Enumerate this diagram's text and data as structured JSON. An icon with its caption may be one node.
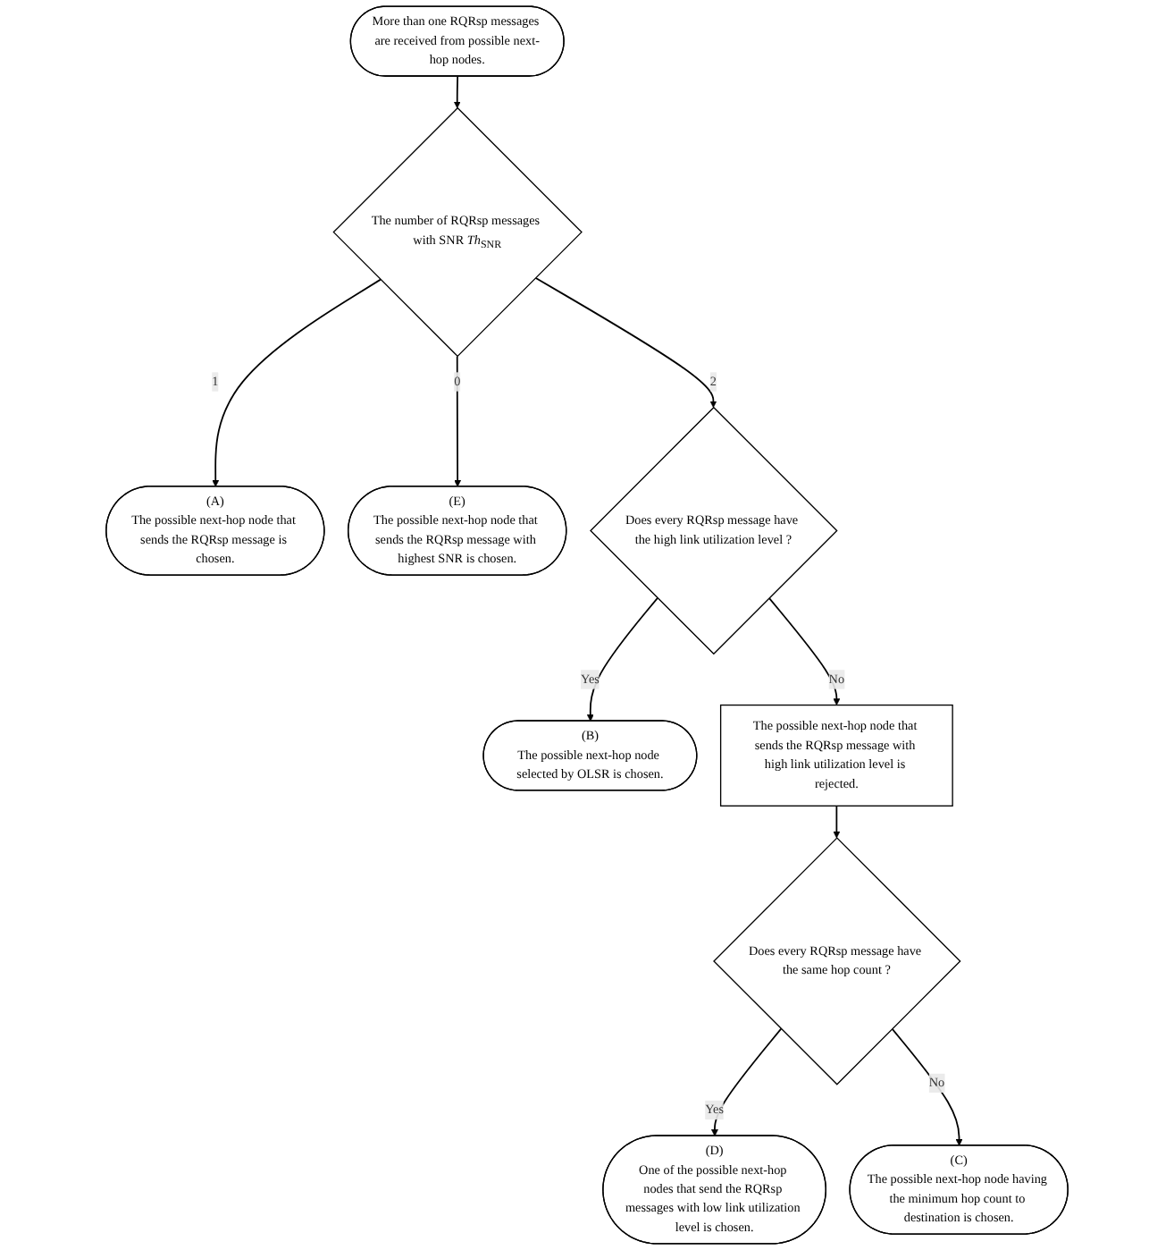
{
  "diagram": {
    "nodes": [
      {
        "text": [
          "More than one RQRsp messages are received from possible next-hop nodes."
        ]
      },
      {
        "text": [
          "The number of RQRsp messages with SNR *Th*$_{SNR}$"
        ]
      },
      {
        "text": [
          "(A)",
          "The possible next-hop node that sends the RQRsp message is chosen."
        ]
      },
      {
        "text": [
          "(E)",
          "The possible next-hop node that sends the RQRsp message with highest SNR is chosen."
        ]
      },
      {
        "text": [
          "Does every RQRsp message have the high link utilization level ?"
        ]
      },
      {
        "text": [
          "(B)",
          "The possible next-hop node selected by OLSR is chosen."
        ]
      },
      {
        "text": [
          "The possible next-hop node that sends the RQRsp message with high link utilization level is rejected."
        ]
      },
      {
        "text": [
          "Does every RQRsp message have the same hop count ?"
        ]
      },
      {
        "text": [
          "(D)",
          "One of the possible next-hop nodes that send the RQRsp messages with low link utilization level is chosen."
        ]
      },
      {
        "text": [
          "(C)",
          "The possible next-hop node having the minimum hop count to destination is chosen."
        ]
      }
    ],
    "edges": [
      {
        "from": 0,
        "to": 1,
        "arrow": "to"
      },
      {
        "from": 1,
        "to": 2,
        "arrow": "to",
        "label": "1"
      },
      {
        "from": 1,
        "to": 4,
        "arrow": "to",
        "label": "2"
      },
      {
        "from": 1,
        "to": 3,
        "arrow": "to",
        "label": "0"
      },
      {
        "from": 4,
        "to": 5,
        "arrow": "to",
        "label": "Yes"
      },
      {
        "from": 4,
        "to": 6,
        "arrow": "to",
        "label": "No"
      },
      {
        "from": 6,
        "to": 7,
        "arrow": "to"
      },
      {
        "from": 7,
        "to": 8,
        "arrow": "to",
        "label": "Yes"
      },
      {
        "from": 7,
        "to": 9,
        "arrow": "to",
        "label": "No"
      }
    ]
  }
}
